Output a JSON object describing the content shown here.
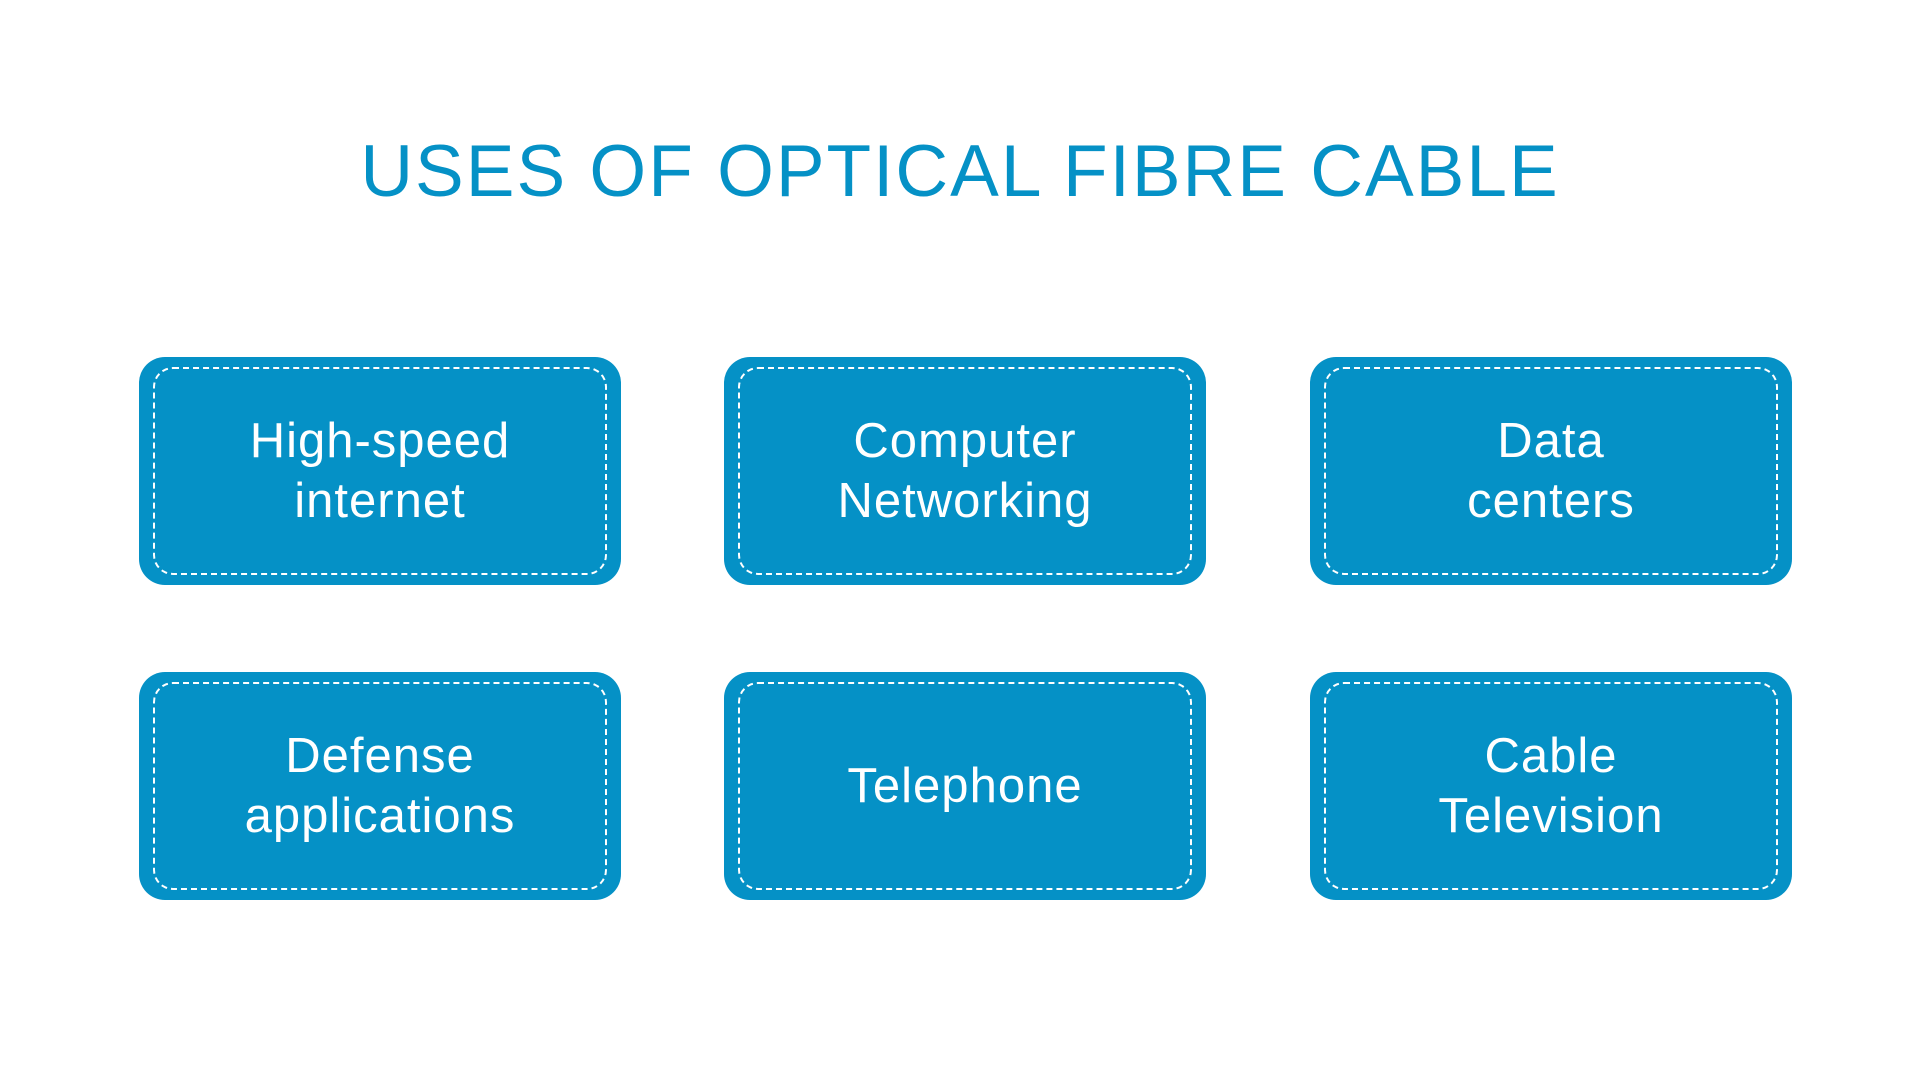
{
  "title": "USES OF OPTICAL FIBRE CABLE",
  "colors": {
    "accent": "#0591C6",
    "card_text": "#FFFFFF",
    "background": "#FFFFFF"
  },
  "cards": [
    {
      "line1": "High-speed",
      "line2": "internet"
    },
    {
      "line1": "Computer",
      "line2": "Networking"
    },
    {
      "line1": "Data",
      "line2": "centers"
    },
    {
      "line1": "Defense",
      "line2": "applications"
    },
    {
      "line1": "Telephone",
      "line2": ""
    },
    {
      "line1": "Cable",
      "line2": "Television"
    }
  ]
}
